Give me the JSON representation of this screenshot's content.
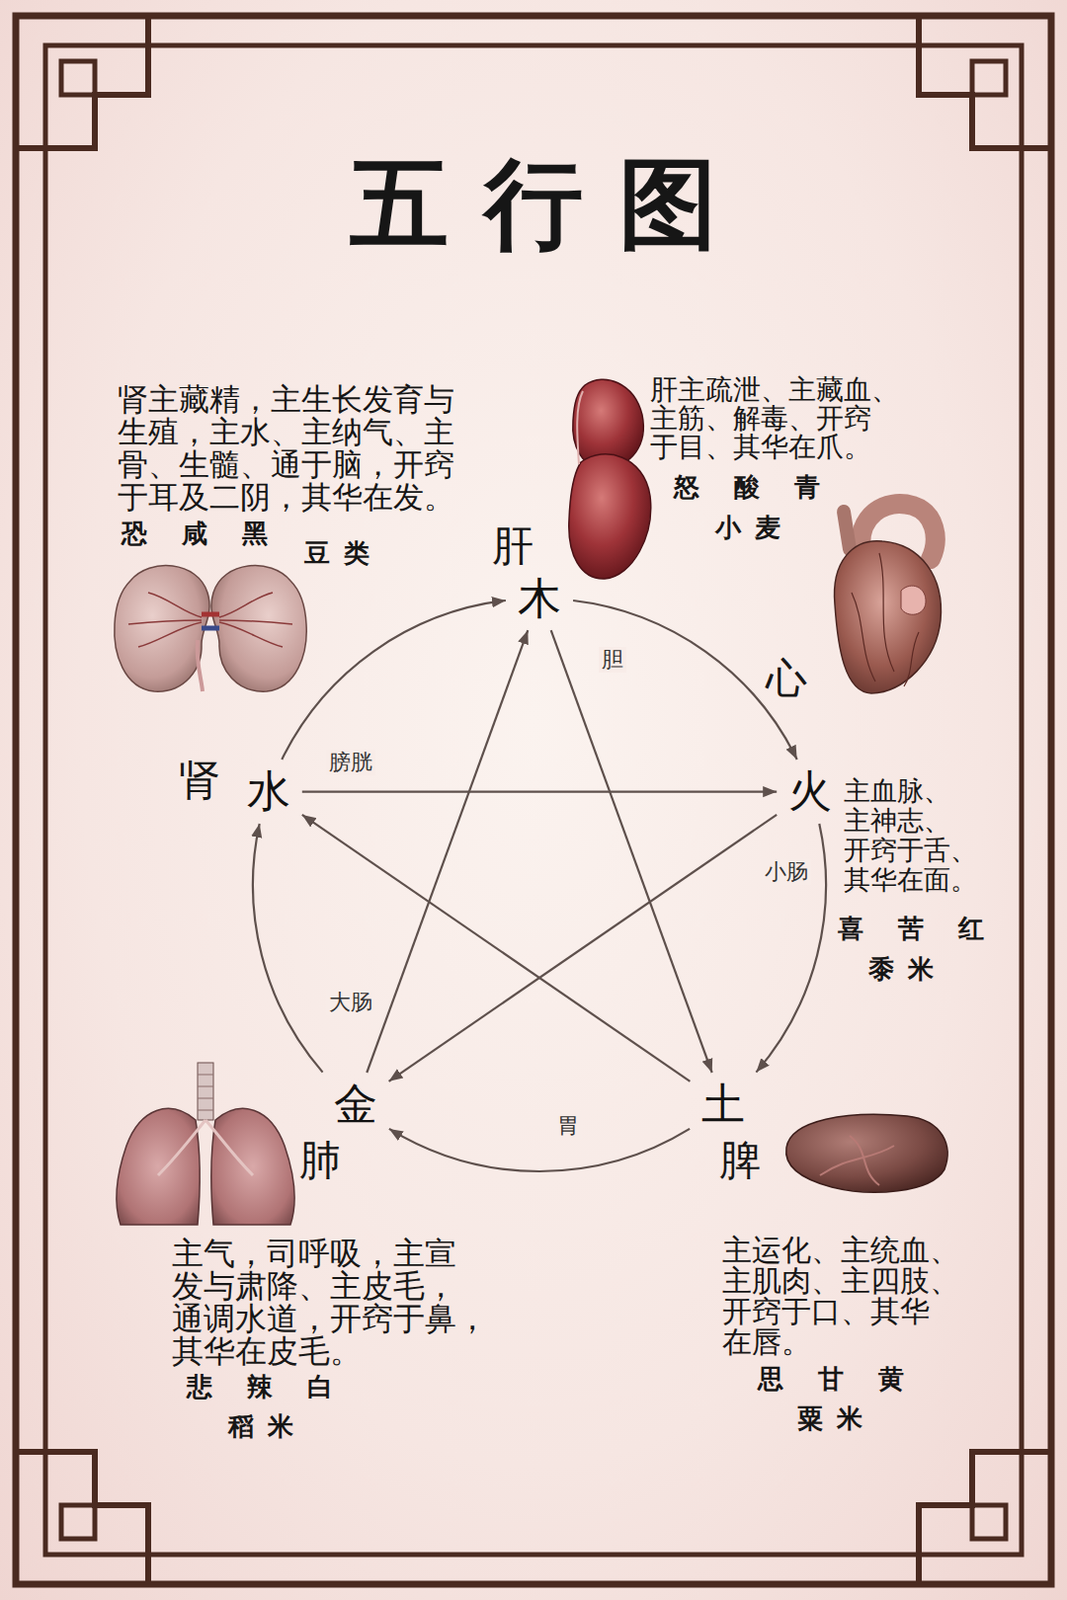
{
  "diagram": {
    "title": "五行图",
    "nodes": [
      {
        "text": [
          "木"
        ]
      },
      {
        "text": [
          "火"
        ]
      },
      {
        "text": [
          "土"
        ]
      },
      {
        "text": [
          "金"
        ]
      },
      {
        "text": [
          "水"
        ]
      }
    ],
    "edges": [
      {
        "from": 0,
        "to": 1,
        "arrow": "to",
        "label": "胆"
      },
      {
        "from": 1,
        "to": 2,
        "arrow": "to",
        "label": "小肠"
      },
      {
        "from": 2,
        "to": 3,
        "arrow": "to",
        "label": "胃"
      },
      {
        "from": 3,
        "to": 4,
        "arrow": "to",
        "label": "大肠"
      },
      {
        "from": 4,
        "to": 0,
        "arrow": "to",
        "label": "膀胱"
      },
      {
        "from": 0,
        "to": 2,
        "arrow": "to"
      },
      {
        "from": 2,
        "to": 4,
        "arrow": "to"
      },
      {
        "from": 4,
        "to": 1,
        "arrow": "to"
      },
      {
        "from": 1,
        "to": 3,
        "arrow": "to"
      },
      {
        "from": 3,
        "to": 0,
        "arrow": "to"
      }
    ],
    "labels": [
      "肾主藏精，主生长发育与 生殖，主水、主纳气、主 骨、生髓、通于脑，开窍 于耳及二阴，其华在发。",
      "恐 咸 黑",
      "豆类",
      "肝",
      "肝主疏泄、主藏血、 主筋、解毒、开窍 于目、其华在爪。",
      "怒 酸 青",
      "小麦",
      "心",
      "肾",
      "主血脉、 主神志、 开窍于舌、 其华在面。",
      "喜 苦 红",
      "黍米",
      "肺",
      "脾",
      "主气，司呼吸，主宣 发与肃降、主皮毛， 通调水道，开窍于鼻， 其华在皮毛。",
      "主运化、主统血、 主肌肉、主四肢、 开窍于口、其华 在唇。",
      "悲 辣 白",
      "思 甘 黄",
      "稻米",
      "粟米"
    ]
  }
}
